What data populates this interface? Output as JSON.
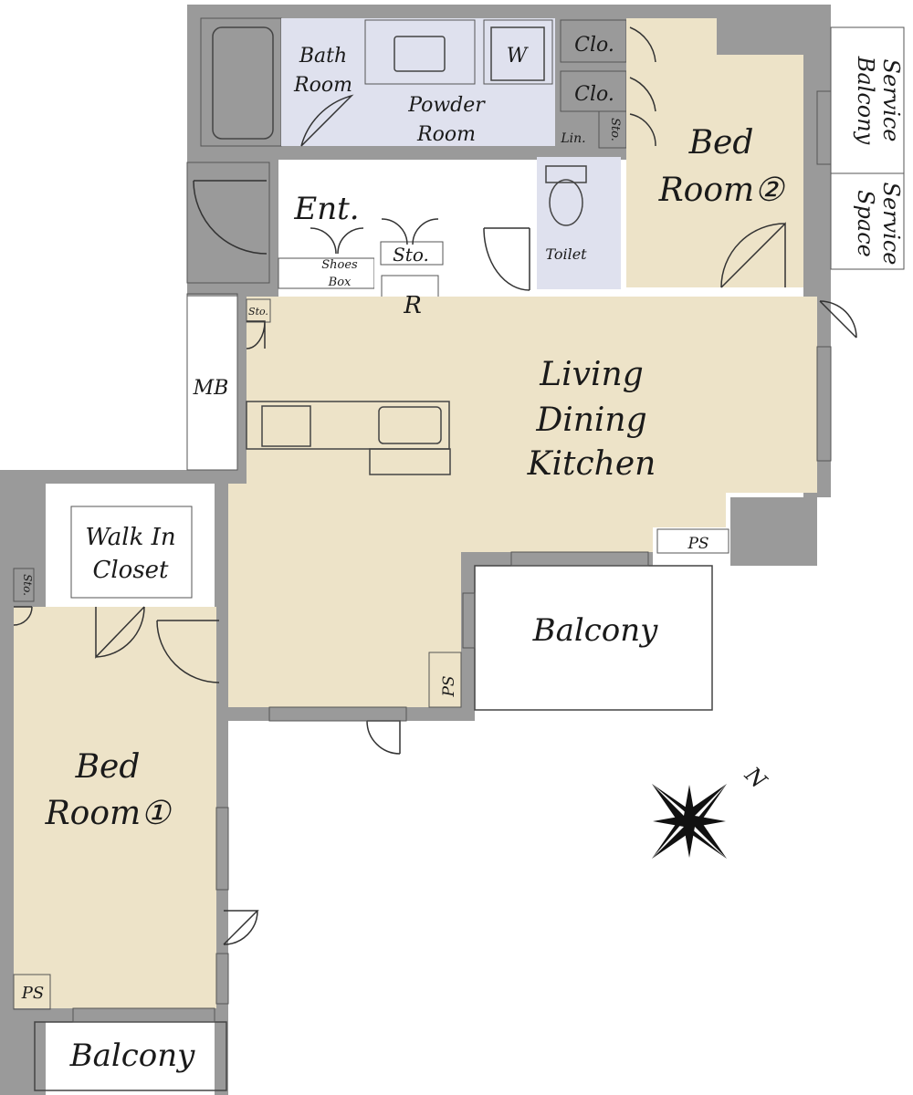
{
  "rooms": {
    "bath_room": [
      "Bath",
      "Room"
    ],
    "powder_room": [
      "Powder",
      "Room"
    ],
    "washer": "W",
    "closet_a": "Clo.",
    "closet_b": "Clo.",
    "linen": "Lin.",
    "sto_small_top": "Sto.",
    "bedroom2": [
      "Bed",
      "Room②"
    ],
    "entrance": "Ent.",
    "sto_entrance": "Sto.",
    "shoes_box": [
      "Shoes",
      "Box"
    ],
    "toilet": "Toilet",
    "refrigerator": "R",
    "sto_ldk": "Sto.",
    "meter_box": "MB",
    "ldk": [
      "Living",
      "Dining",
      "Kitchen"
    ],
    "walk_in_closet": [
      "Walk In",
      "Closet"
    ],
    "sto_bedroom1": "Sto.",
    "bedroom1": [
      "Bed",
      "Room①"
    ],
    "ps_ldk": "PS",
    "ps_balcony": "PS",
    "ps_bedroom1": "PS",
    "balcony_main": "Balcony",
    "balcony_bedroom1": "Balcony",
    "service_balcony": [
      "Service",
      "Balcony"
    ],
    "service_space": [
      "Service",
      "Space"
    ]
  },
  "compass": {
    "north_label": "N"
  },
  "colors": {
    "wall": "#9a9a9a",
    "room_beige": "#ede3c8",
    "wet_area": "#dfe1ee",
    "storage_brown": "#c8b08e",
    "line": "#444444"
  }
}
